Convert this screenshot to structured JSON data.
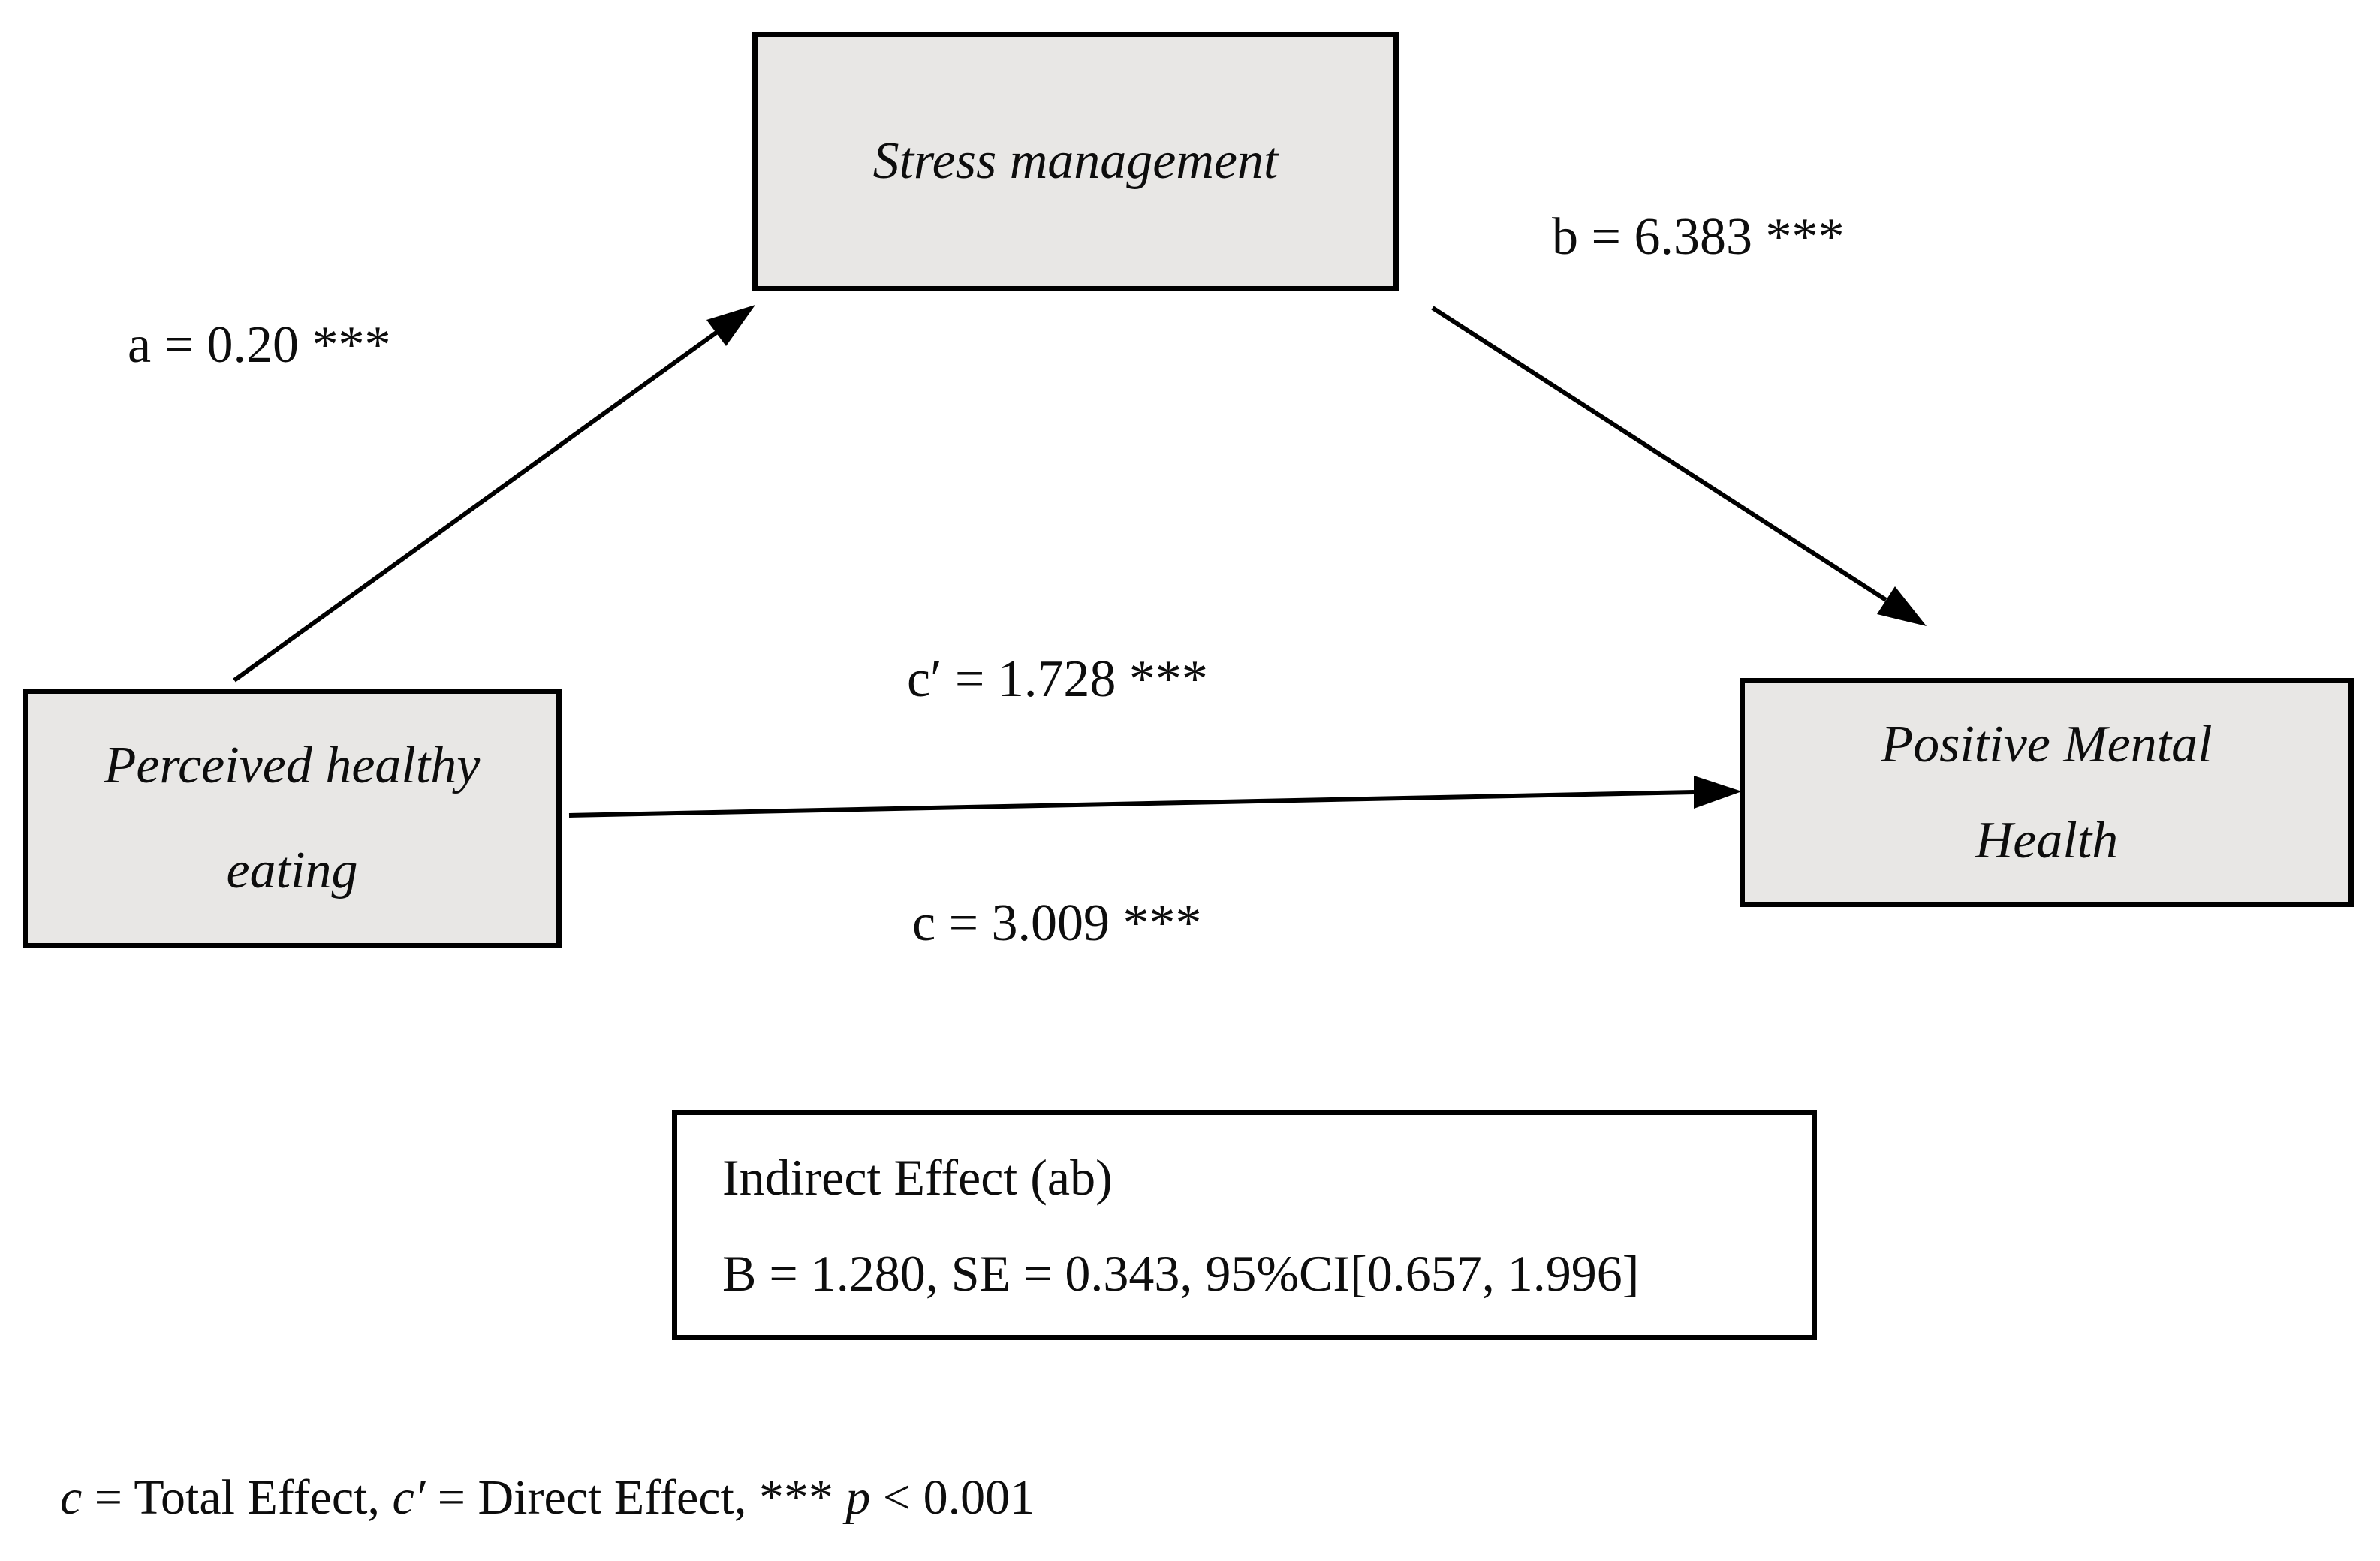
{
  "diagram": {
    "nodes": {
      "mediator": {
        "label": "Stress management"
      },
      "predictor": {
        "line1": "Perceived healthy",
        "line2": "eating"
      },
      "outcome": {
        "line1": "Positive Mental",
        "line2": "Health"
      }
    },
    "paths": {
      "a": {
        "label": "a = 0.20 ***"
      },
      "b": {
        "label": "b = 6.383 ***"
      },
      "c_prime": {
        "label": "c′ = 1.728 ***"
      },
      "c": {
        "label": "c = 3.009 ***"
      }
    },
    "indirect_effect": {
      "title": "Indirect Effect (ab)",
      "stats": "B = 1.280, SE = 0.343, 95%CI[0.657, 1.996]"
    },
    "footnote": {
      "c_term": "c",
      "seg1": " = Total Effect, ",
      "c_prime_term": "c′",
      "seg2": " = Direct Effect, *** ",
      "p_term": "p",
      "seg3": " < 0.001"
    },
    "colors": {
      "background": "#ffffff",
      "node_fill": "#e8e7e5",
      "border": "#000000",
      "arrow": "#000000"
    }
  }
}
